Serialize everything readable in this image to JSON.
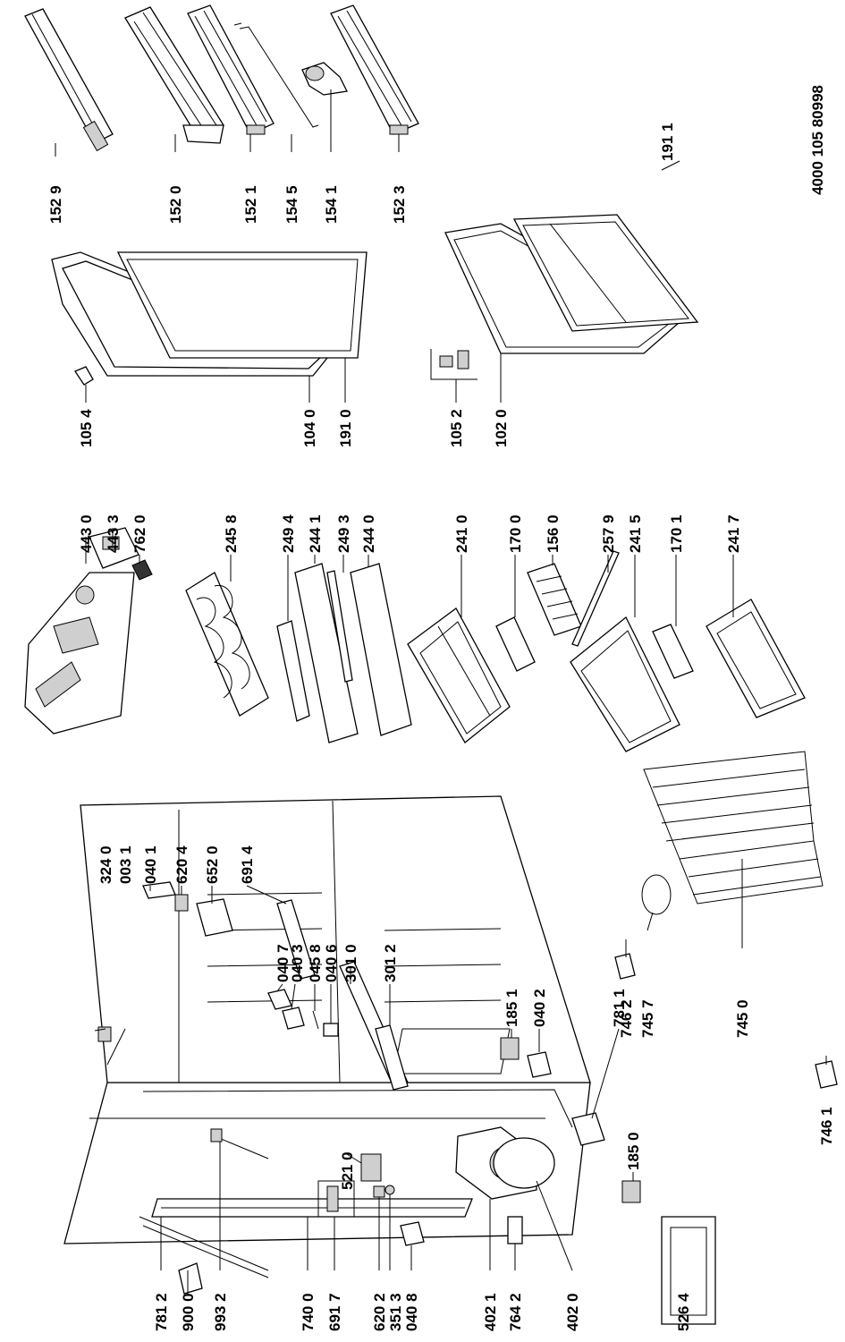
{
  "document": {
    "number": "4000 105 80998"
  },
  "labels": {
    "p1529": "152 9",
    "p1520": "152 0",
    "p1521": "152 1",
    "p1545": "154 5",
    "p1541": "154 1",
    "p1523": "152 3",
    "p1911": "191 1",
    "p1054": "105 4",
    "p1040": "104 0",
    "p1910": "191 0",
    "p1052": "105 2",
    "p1020": "102 0",
    "p4430": "443 0",
    "p4433": "443 3",
    "p7620": "762 0",
    "p2458": "245 8",
    "p2494": "249 4",
    "p2441": "244 1",
    "p2493": "249 3",
    "p2440": "244 0",
    "p2410": "241 0",
    "p1700": "170 0",
    "p1560": "156 0",
    "p2579": "257 9",
    "p2415": "241 5",
    "p1701": "170 1",
    "p2417": "241 7",
    "p3240": "324 0",
    "p0031": "003 1",
    "p0401": "040 1",
    "p6204": "620 4",
    "p6520": "652 0",
    "p6914": "691 4",
    "p0407": "040 7",
    "p0403": "040 3",
    "p0458": "045 8",
    "p0406": "040 6",
    "p3010": "301 0",
    "p3012": "301 2",
    "p1851": "185 1",
    "p0402": "040 2",
    "p7811": "781 1",
    "p7462": "746 2",
    "p7457": "745 7",
    "p7450": "745 0",
    "p7461": "746 1",
    "p5210": "521 0",
    "p1850": "185 0",
    "p7812": "781 2",
    "p9000": "900 0",
    "p9932": "993 2",
    "p7400": "740 0",
    "p6917": "691 7",
    "p6202": "620 2",
    "p3513": "351 3",
    "p0408": "040 8",
    "p4021": "402 1",
    "p7642": "764 2",
    "p4020": "402 0",
    "p5264": "526 4"
  }
}
